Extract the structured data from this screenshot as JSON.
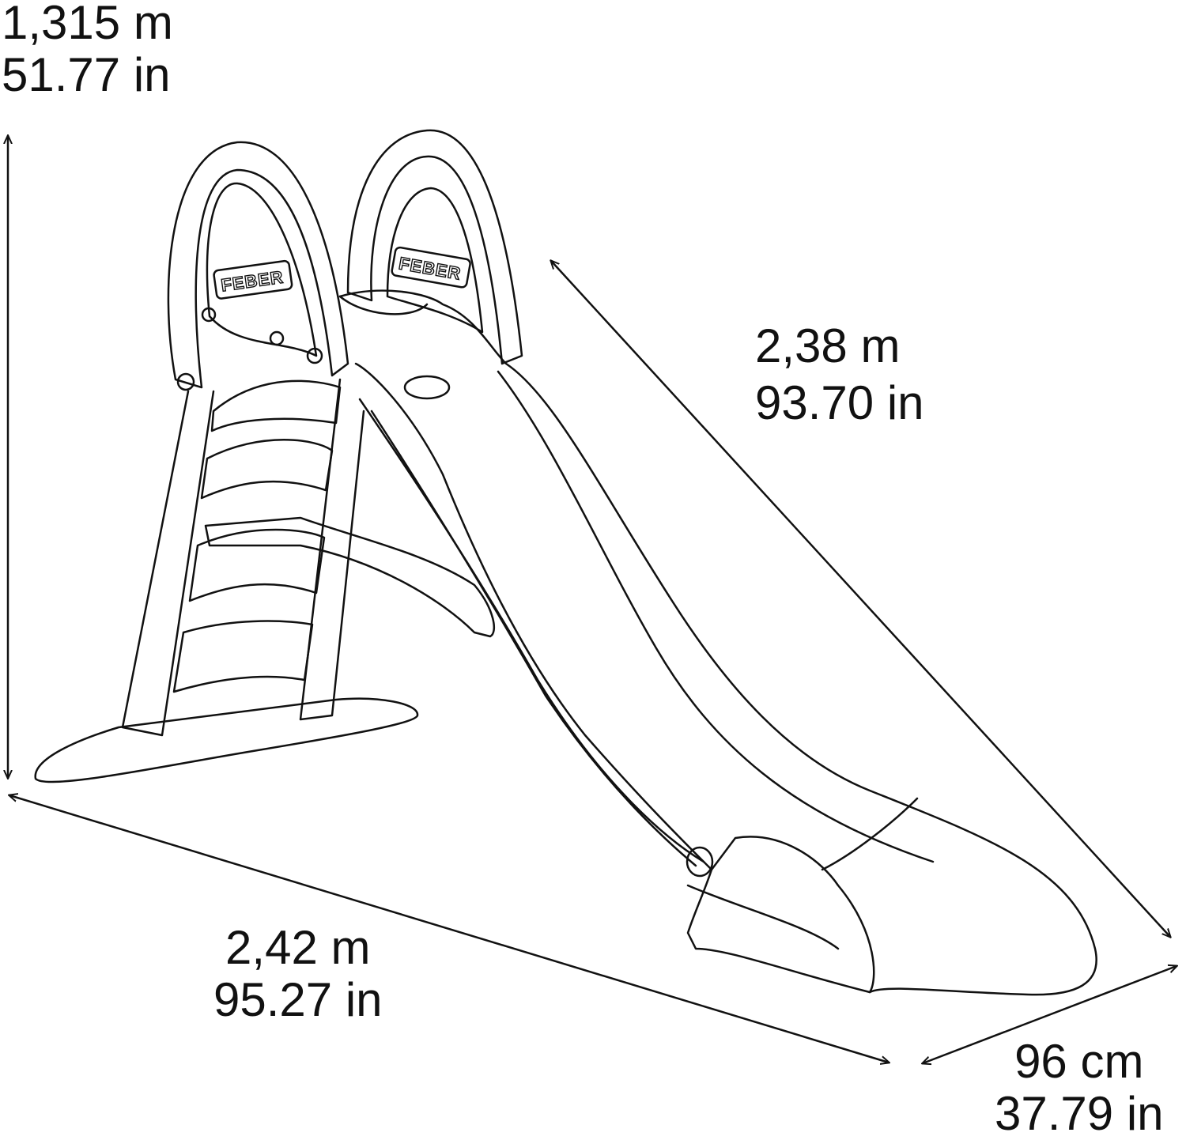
{
  "diagram": {
    "brand_logo_text": "FEBER",
    "dimensions": {
      "height": {
        "metric": "1,315 m",
        "imperial": "51.77 in"
      },
      "slide_length": {
        "metric": "2,38 m",
        "imperial": "93.70 in"
      },
      "total_length": {
        "metric": "2,42 m",
        "imperial": "95.27 in"
      },
      "width": {
        "metric": "96 cm",
        "imperial": "37.79 in"
      }
    },
    "colors": {
      "line": "#111111",
      "background": "#ffffff"
    }
  }
}
